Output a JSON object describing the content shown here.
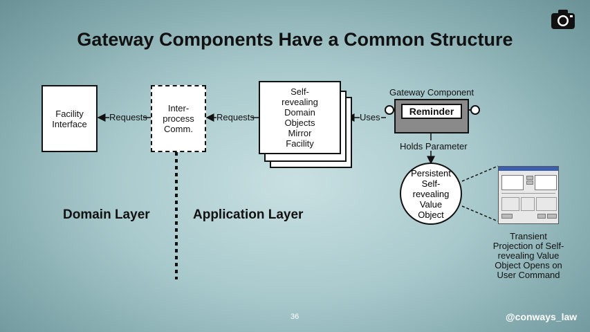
{
  "slide": {
    "title": "Gateway Components Have a Common Structure",
    "page_number": "36",
    "handle": "@conways_law"
  },
  "icons": {
    "camera": "camera-icon"
  },
  "diagram": {
    "facility_interface": "Facility Interface",
    "interprocess": "Inter-process Comm.",
    "domain_objects": "Self-revealing Domain Objects Mirror Facility",
    "requests_1": "Requests",
    "requests_2": "Requests",
    "uses": "Uses",
    "gateway_component_label": "Gateway Component",
    "reminder": "Reminder",
    "holds_parameter": "Holds Parameter",
    "value_object": "Persistent Self-revealing Value Object",
    "transient_projection": "Transient Projection of Self-revealing Value Object Opens on User Command",
    "domain_layer": "Domain Layer",
    "application_layer": "Application Layer"
  }
}
